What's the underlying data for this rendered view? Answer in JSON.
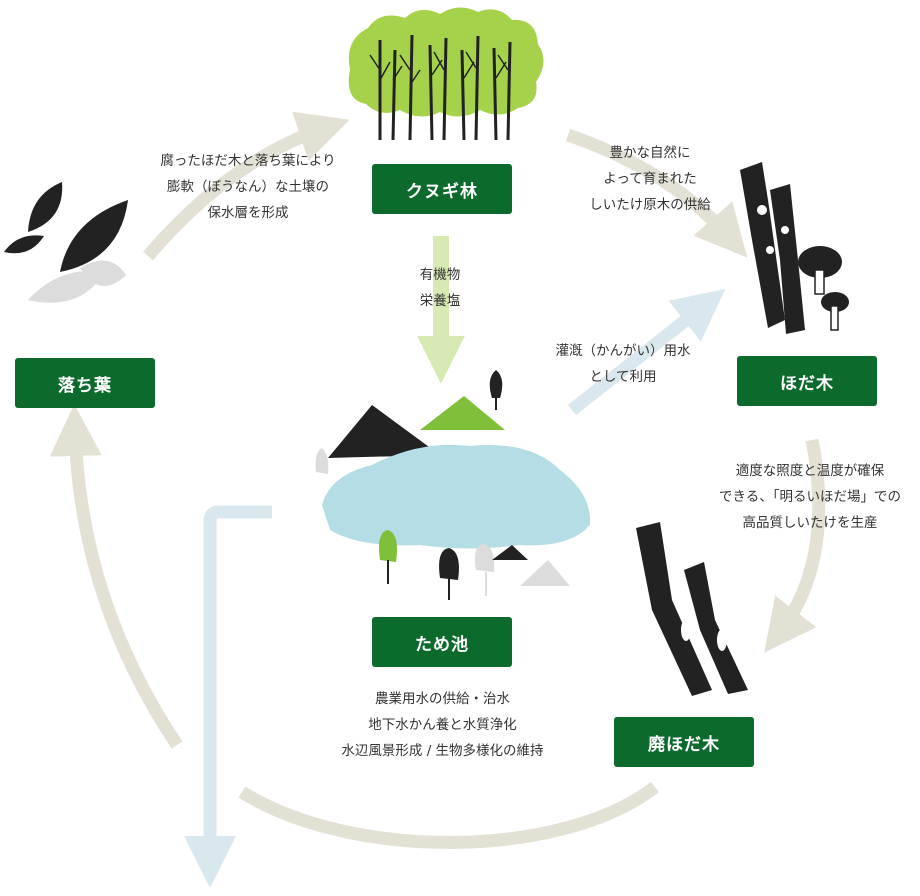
{
  "nodes": {
    "kunugi": "クヌギ林",
    "hodagi": "ほだ木",
    "haihodagi": "廃ほだ木",
    "ochiba": "落ち葉",
    "tameike": "ため池"
  },
  "notes": {
    "ochiba_to_kunugi": [
      "腐ったほだ木と落ち葉により",
      "膨軟（ぼうなん）な土壌の",
      "保水層を形成"
    ],
    "kunugi_to_hodagi": [
      "豊かな自然に",
      "よって育まれた",
      "しいたけ原木の供給"
    ],
    "kunugi_to_tameike": [
      "有機物",
      "栄養塩"
    ],
    "tameike_to_hodagi": [
      "灌漑（かんがい）用水",
      "として利用"
    ],
    "hodagi_to_haihodagi": [
      "適度な照度と温度が確保",
      "できる、「明るいほだ場」での",
      "高品質しいたけを生産"
    ],
    "tameike_functions": [
      "農業用水の供給・治水",
      "地下水かん養と水質浄化",
      "水辺風景形成 / 生物多様化の維持"
    ]
  },
  "colors": {
    "label_bg": "#0d6a2d",
    "cycle_arrow": "#e3e0d4",
    "water_arrow": "#d9e8ee",
    "nutrient_arrow": "#d8eab4",
    "pond": "#b4dde6",
    "tree_green": "#a5d24a",
    "hill_green": "#7fbf3a",
    "ink": "#222222"
  }
}
